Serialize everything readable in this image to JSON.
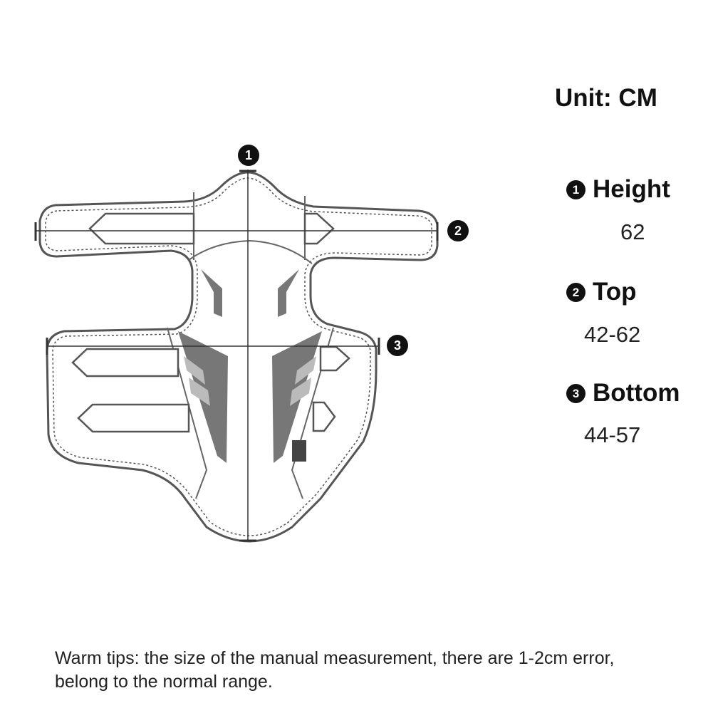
{
  "unit_title": "Unit: CM",
  "markers": [
    "1",
    "2",
    "3"
  ],
  "specs": [
    {
      "number": "1",
      "label": "Height",
      "value": "62"
    },
    {
      "number": "2",
      "label": "Top",
      "value": "42-62"
    },
    {
      "number": "3",
      "label": "Bottom",
      "value": "44-57"
    }
  ],
  "tips": "Warm tips: the size of the manual measurement, there are 1-2cm error, belong to the normal range.",
  "colors": {
    "outline": "#555555",
    "stripe": "#777777",
    "stripe_light": "#bbbbbb",
    "marker": "#111111"
  }
}
